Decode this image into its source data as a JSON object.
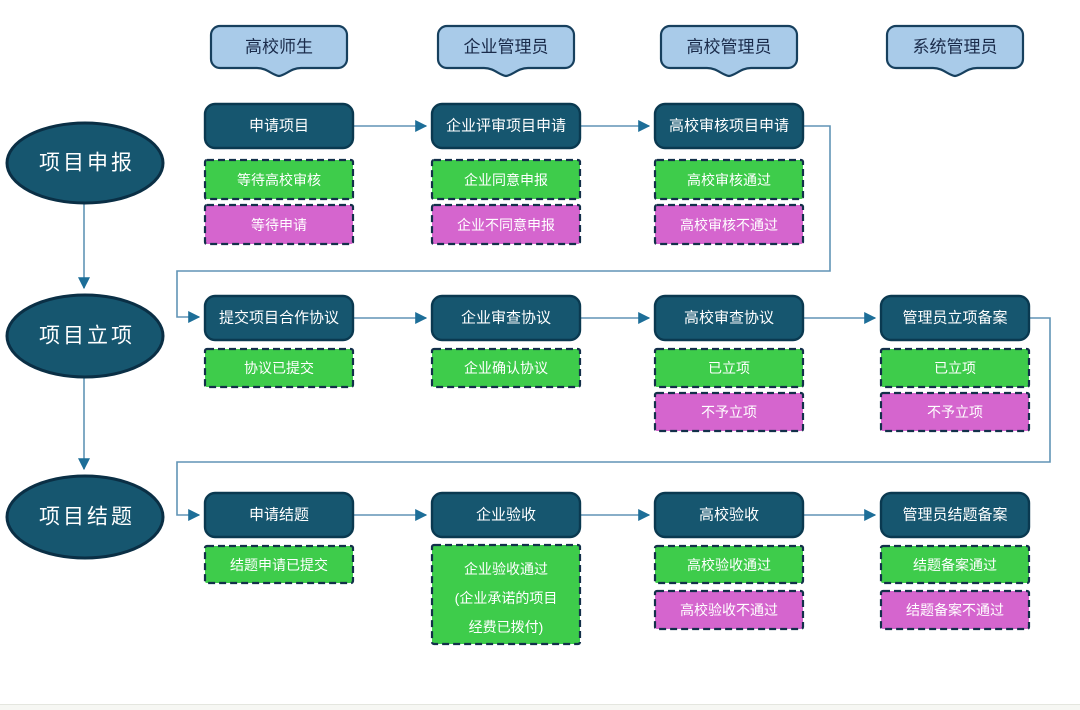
{
  "diagram": {
    "lanes": [
      {
        "label": "高校师生"
      },
      {
        "label": "企业管理员"
      },
      {
        "label": "高校管理员"
      },
      {
        "label": "系统管理员"
      }
    ],
    "phases": [
      {
        "label": "项目申报"
      },
      {
        "label": "项目立项"
      },
      {
        "label": "项目结题"
      }
    ],
    "steps": {
      "r1c1": {
        "title": "申请项目",
        "ok": "等待高校审核",
        "ng": "等待申请"
      },
      "r1c2": {
        "title": "企业评审项目申请",
        "ok": "企业同意申报",
        "ng": "企业不同意申报"
      },
      "r1c3": {
        "title": "高校审核项目申请",
        "ok": "高校审核通过",
        "ng": "高校审核不通过"
      },
      "r2c1": {
        "title": "提交项目合作协议",
        "ok": "协议已提交"
      },
      "r2c2": {
        "title": "企业审查协议",
        "ok": "企业确认协议"
      },
      "r2c3": {
        "title": "高校审查协议",
        "ok": "已立项",
        "ng": "不予立项"
      },
      "r2c4": {
        "title": "管理员立项备案",
        "ok": "已立项",
        "ng": "不予立项"
      },
      "r3c1": {
        "title": "申请结题",
        "ok": "结题申请已提交"
      },
      "r3c2": {
        "title": "企业验收",
        "ok_lines": [
          "企业验收通过",
          "(企业承诺的项目",
          "经费已拨付)"
        ]
      },
      "r3c3": {
        "title": "高校验收",
        "ok": "高校验收通过",
        "ng": "高校验收不通过"
      },
      "r3c4": {
        "title": "管理员结题备案",
        "ok": "结题备案通过",
        "ng": "结题备案不通过"
      }
    },
    "colors": {
      "node_fill": "#16566F",
      "node_border": "#0A3950",
      "header_fill": "#A9CBE9",
      "header_border": "#17405E",
      "ok_fill": "#3ECC4B",
      "ng_fill": "#D565CE",
      "status_border": "#13304A",
      "connector": "#6094B6",
      "arrowhead": "#1D6E98"
    }
  }
}
